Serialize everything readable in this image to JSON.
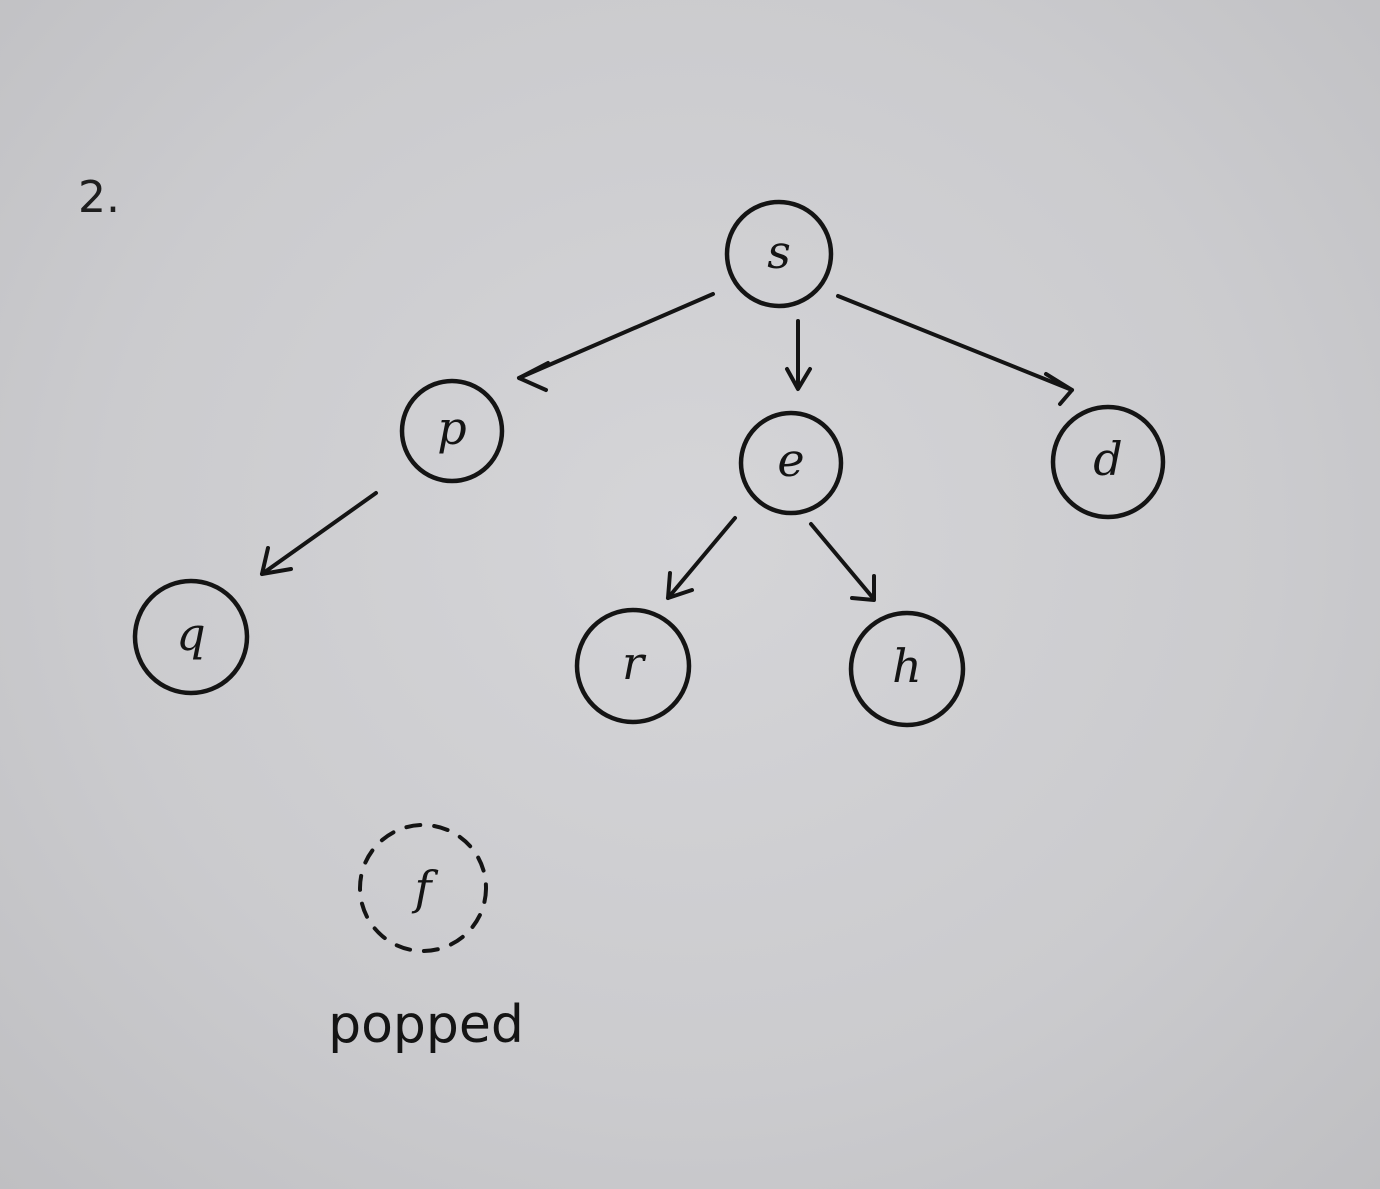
{
  "question_number": "2.",
  "nodes": [
    {
      "id": "s",
      "label": "s"
    },
    {
      "id": "p",
      "label": "p"
    },
    {
      "id": "e",
      "label": "e"
    },
    {
      "id": "d",
      "label": "d"
    },
    {
      "id": "q",
      "label": "q"
    },
    {
      "id": "r",
      "label": "r"
    },
    {
      "id": "h",
      "label": "h"
    },
    {
      "id": "f",
      "label": "f",
      "style": "dashed"
    }
  ],
  "edges": [
    {
      "from": "s",
      "to": "p"
    },
    {
      "from": "s",
      "to": "e"
    },
    {
      "from": "s",
      "to": "d"
    },
    {
      "from": "p",
      "to": "q"
    },
    {
      "from": "e",
      "to": "r"
    },
    {
      "from": "e",
      "to": "h"
    }
  ],
  "note": "popped"
}
